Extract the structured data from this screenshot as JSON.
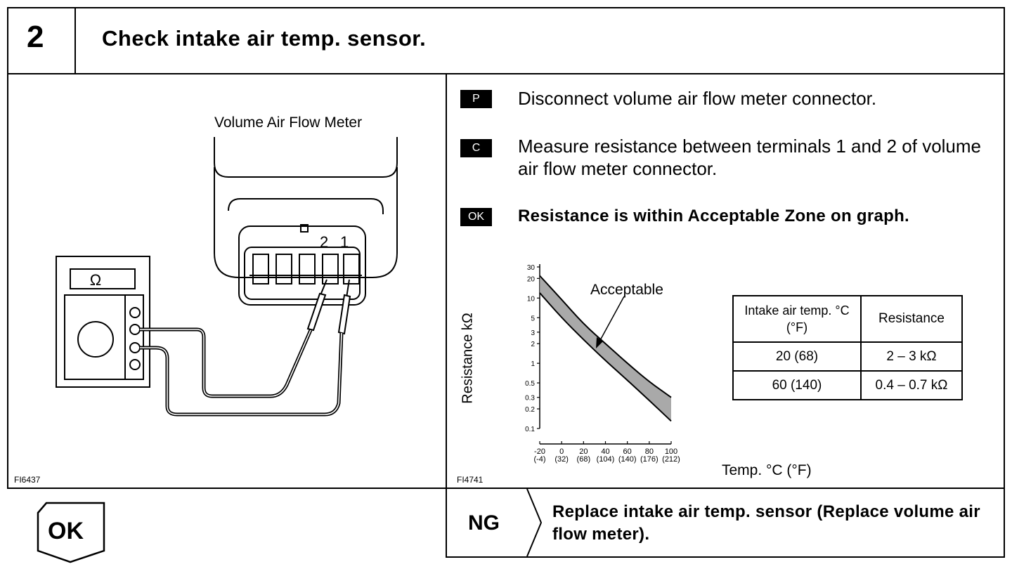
{
  "step": {
    "number": "2",
    "title": "Check intake air temp. sensor."
  },
  "left_figure": {
    "meter_label": "Volume Air Flow Meter",
    "ohm_symbol": "Ω",
    "terminal_labels": [
      "2",
      "1"
    ],
    "figure_code": "FI6437"
  },
  "instructions": [
    {
      "tag": "P",
      "text": "Disconnect volume air flow meter connector."
    },
    {
      "tag": "C",
      "text": "Measure resistance between terminals 1 and 2 of volume air flow meter connector."
    },
    {
      "tag": "OK",
      "text": "Resistance is within Acceptable Zone on graph."
    }
  ],
  "chart_data": {
    "type": "area",
    "ylabel": "Resistance kΩ",
    "xlabel": "Temp. °C (°F)",
    "annotation": "Acceptable",
    "figure_code": "FI4741",
    "y_scale": "log",
    "y_ticks": [
      "30",
      "20",
      "10",
      "5",
      "3",
      "2",
      "1",
      "0.5",
      "0.3",
      "0.2",
      "0.1"
    ],
    "x_ticks": [
      {
        "c": "-20",
        "f": "(-4)"
      },
      {
        "c": "0",
        "f": "(32)"
      },
      {
        "c": "20",
        "f": "(68)"
      },
      {
        "c": "40",
        "f": "(104)"
      },
      {
        "c": "60",
        "f": "(140)"
      },
      {
        "c": "80",
        "f": "(176)"
      },
      {
        "c": "100",
        "f": "(212)"
      }
    ],
    "xlim": [
      -20,
      100
    ],
    "ylim": [
      0.1,
      30
    ],
    "series": [
      {
        "x": [
          -20,
          0,
          20,
          40,
          60,
          80,
          100
        ],
        "values": [
          22,
          9.5,
          4.0,
          2.0,
          1.0,
          0.52,
          0.3
        ]
      },
      {
        "x": [
          -20,
          0,
          20,
          40,
          60,
          80,
          100
        ],
        "values": [
          12,
          5.0,
          2.3,
          1.1,
          0.55,
          0.27,
          0.13
        ]
      }
    ]
  },
  "spec_table": {
    "headers": [
      "Intake air temp. °C (°F)",
      "Resistance"
    ],
    "rows": [
      [
        "20 (68)",
        "2 – 3 kΩ"
      ],
      [
        "60 (140)",
        "0.4 – 0.7 kΩ"
      ]
    ]
  },
  "results": {
    "ok_label": "OK",
    "ng_label": "NG",
    "ng_text": "Replace intake air temp. sensor (Replace volume air flow meter)."
  }
}
